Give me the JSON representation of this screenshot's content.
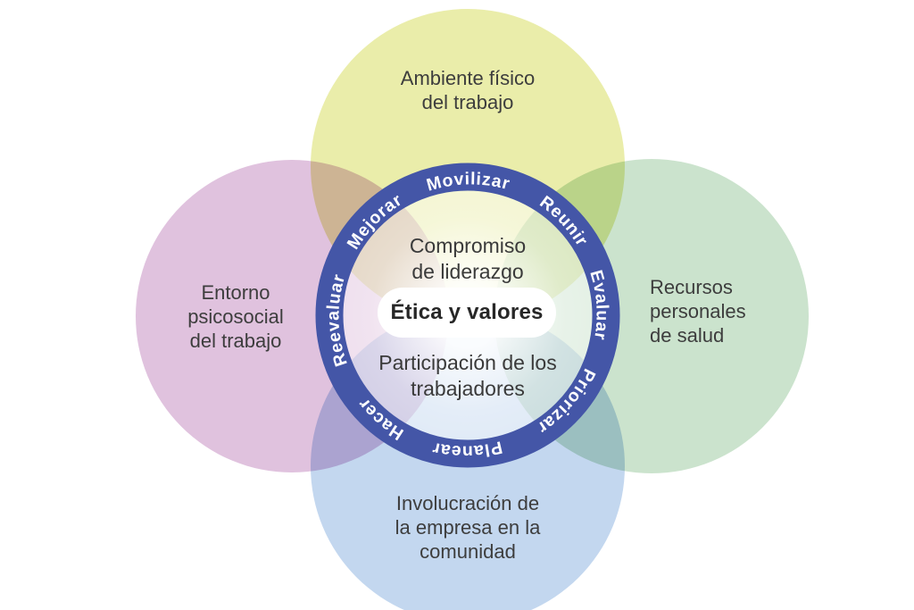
{
  "diagram": {
    "background_color": "#ffffff",
    "circles": [
      {
        "id": "physical-environment",
        "position": "top",
        "color": "#eaedaa",
        "label": "Ambiente físico\ndel trabajo"
      },
      {
        "id": "psychosocial",
        "position": "left",
        "color": "#e0c2de",
        "label": "Entorno\npsicosocial\ndel trabajo"
      },
      {
        "id": "personal-health",
        "position": "right",
        "color": "#cbe3cd",
        "label": "Recursos\npersonales\nde salud"
      },
      {
        "id": "community",
        "position": "bottom",
        "color": "#c3d7ef",
        "label": "Involucración de\nla empresa en la\ncomunidad"
      }
    ],
    "ring": {
      "color": "#4456a7",
      "text_color": "#ffffff",
      "words": [
        "Movilizar",
        "Reunir",
        "Evaluar",
        "Priorizar",
        "Planear",
        "Hacer",
        "Reevaluar",
        "Mejorar"
      ]
    },
    "center": {
      "top_text": "Compromiso\nde liderazgo",
      "pill_text": "Ética y valores",
      "bottom_text": "Participación de los\ntrabajadores"
    }
  }
}
